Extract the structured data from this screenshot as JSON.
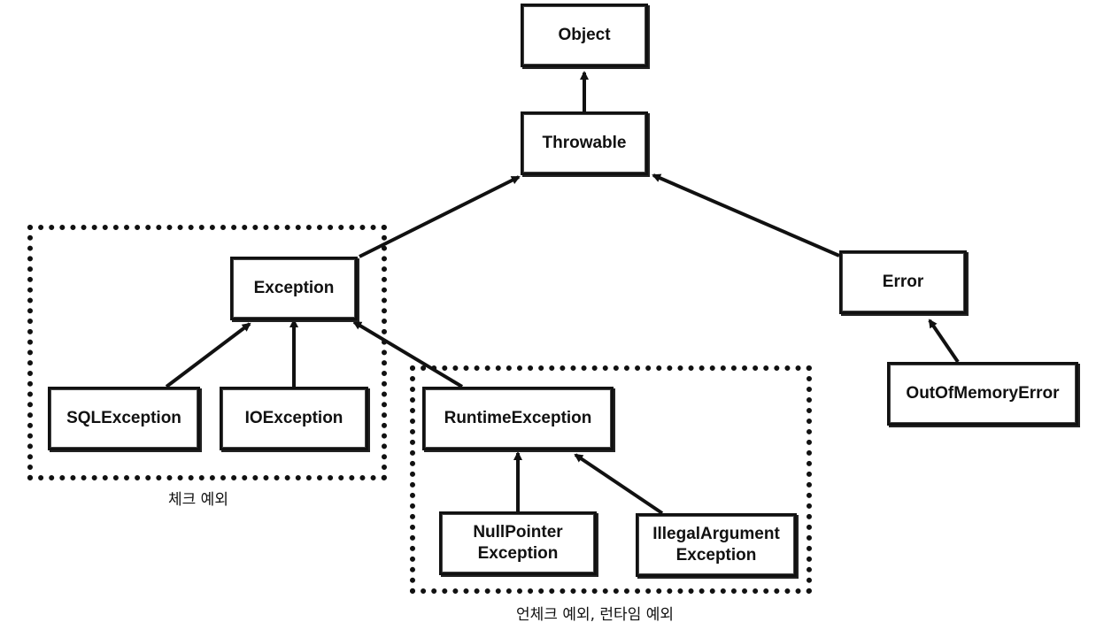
{
  "nodes": {
    "object": "Object",
    "throwable": "Throwable",
    "exception": "Exception",
    "error": "Error",
    "sql_exception": "SQLException",
    "io_exception": "IOException",
    "runtime_exception": "RuntimeException",
    "out_of_memory_error": "OutOfMemoryError",
    "null_pointer_exception": [
      "NullPointer",
      "Exception"
    ],
    "illegal_argument_exception": [
      "IllegalArgument",
      "Exception"
    ]
  },
  "groups": {
    "checked": "체크 예외",
    "unchecked": "언체크 예외, 런타임 예외"
  },
  "edges": [
    {
      "from": "throwable",
      "to": "object"
    },
    {
      "from": "exception",
      "to": "throwable"
    },
    {
      "from": "error",
      "to": "throwable"
    },
    {
      "from": "sql_exception",
      "to": "exception"
    },
    {
      "from": "io_exception",
      "to": "exception"
    },
    {
      "from": "runtime_exception",
      "to": "exception"
    },
    {
      "from": "out_of_memory_error",
      "to": "error"
    },
    {
      "from": "null_pointer_exception",
      "to": "runtime_exception"
    },
    {
      "from": "illegal_argument_exception",
      "to": "runtime_exception"
    }
  ],
  "colors": {
    "stroke": "#111111",
    "background": "#ffffff"
  }
}
